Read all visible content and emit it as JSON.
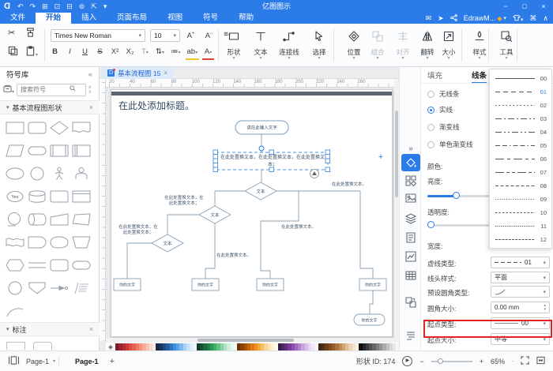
{
  "app": {
    "title": "亿图图示"
  },
  "icons": {
    "close": "×",
    "collapse_left": "«",
    "double_right": "»",
    "caret_down": "▾",
    "section_arrow": "▾",
    "chevron_up": "∧",
    "chevron_down": "∨",
    "window_min": "−",
    "window_max": "□",
    "window_close": "×",
    "plus": "+",
    "undo": "↶",
    "redo": "↷",
    "new_doc": "⊞",
    "open": "⊡",
    "save": "⊟",
    "print": "⊜",
    "export": "⇱",
    "more": "▾",
    "mail": "✉",
    "send": "➤",
    "apps_grid": "⌘"
  },
  "menubar": {
    "tabs": [
      "文件",
      "开始",
      "插入",
      "页面布局",
      "视图",
      "符号",
      "帮助"
    ],
    "active_tab": "开始",
    "account_label": "EdrawM..."
  },
  "ribbon": {
    "font_name": "Times New Roman",
    "font_size": "10",
    "size_buttons": [
      "A+",
      "A-",
      "≡"
    ],
    "format_buttons": [
      "B",
      "I",
      "U",
      "S",
      "X²",
      "X₂",
      "T",
      "⇅",
      "≔",
      "ab",
      "A"
    ],
    "big_buttons": [
      {
        "label": "形状",
        "enabled": true
      },
      {
        "label": "文本",
        "enabled": true
      },
      {
        "label": "连接线",
        "enabled": true
      },
      {
        "label": "选择",
        "enabled": true
      },
      {
        "label": "位置",
        "enabled": true
      },
      {
        "label": "组合",
        "enabled": false
      },
      {
        "label": "对齐",
        "enabled": false
      },
      {
        "label": "翻转",
        "enabled": true
      },
      {
        "label": "大小",
        "enabled": true
      },
      {
        "label": "样式",
        "enabled": true
      },
      {
        "label": "工具",
        "enabled": true
      }
    ]
  },
  "sidebar": {
    "header": "符号库",
    "search_placeholder": "搜索符号",
    "section1": "基本流程图形状",
    "section2": "标注",
    "yes_label": "Yes",
    "shapes": [
      "rect",
      "round-rect",
      "diamond",
      "document",
      "parallelogram",
      "stadium",
      "predefined",
      "internal-storage",
      "ellipse",
      "circle",
      "person",
      "person-bust",
      "yes-ellipse",
      "cylinder",
      "card",
      "banded-rect",
      "circle-line",
      "h-cylinder",
      "manual-op",
      "quad",
      "wave",
      "delay",
      "blob",
      "inv-trapezoid",
      "hexagon",
      "double-line",
      "round-rect",
      "stadium",
      "circle",
      "shield",
      "arrow-link",
      "text-block",
      "arc"
    ]
  },
  "canvas": {
    "doc_tab": "基本流程图 15",
    "page_title": "在此处添加标题。",
    "ruler_ticks": [
      20,
      40,
      60,
      80,
      100,
      120,
      140,
      160,
      180,
      200,
      220,
      240,
      260
    ],
    "flowchart": {
      "start": "请在此输入文字",
      "selected_text": "在此处置换文本，在此处置换文本，在此处置换文本；",
      "decision": "文本",
      "box": "你的文字",
      "terminal": "你的文字",
      "note_short": "在此处置换文本。",
      "note_double": "在此处置换文本，在此处置换文本；"
    }
  },
  "properties": {
    "tab_fill": "填充",
    "tab_line": "线条",
    "line_types": [
      "无线条",
      "实线",
      "渐变线",
      "单色渐变线"
    ],
    "selected_line_type": "实线",
    "labels": {
      "color": "颜色:",
      "brightness": "亮度:",
      "opacity": "透明度:",
      "width": "宽度:",
      "dash": "虚线类型:",
      "cap": "线头样式:",
      "corner_preset": "预设圆角类型:",
      "corner_size": "圆角大小:",
      "start_type": "起点类型:",
      "start_size": "起点大小:"
    },
    "values": {
      "dash_code": "01",
      "cap": "平面",
      "corner_size": "0.00 mm",
      "start_type_code": "00",
      "start_size": "中等"
    }
  },
  "dash_popup": {
    "selected": "01",
    "items": [
      {
        "code": "00",
        "dash": ""
      },
      {
        "code": "01",
        "dash": "6,4"
      },
      {
        "code": "02",
        "dash": "1.5,3"
      },
      {
        "code": "03",
        "dash": "8,3,2,3"
      },
      {
        "code": "04",
        "dash": "8,3,2,3,2,3"
      },
      {
        "code": "05",
        "dash": "6,3,6,3,1.5,3"
      },
      {
        "code": "06",
        "dash": "11,4,4,4"
      },
      {
        "code": "07",
        "dash": "11,3,4,3,4,3"
      },
      {
        "code": "08",
        "dash": "4,2.5"
      },
      {
        "code": "09",
        "dash": "1,1.8"
      },
      {
        "code": "10",
        "dash": "2.5,2"
      },
      {
        "code": "11",
        "dash": "1.2,1.2"
      },
      {
        "code": "12",
        "dash": "3,1.2"
      }
    ]
  },
  "statusbar": {
    "page_selector": "Page-1",
    "page_tab": "Page-1",
    "add_page": "+",
    "shape_id": "形状 ID: 174",
    "zoom": "65%"
  },
  "palette": [
    "#7e1e26",
    "#99252e",
    "#b32c35",
    "#c93a3a",
    "#dd4b43",
    "#e8604f",
    "#ef7a63",
    "#f3937e",
    "#f6ab99",
    "#f9c3b6",
    "#fbd8cf",
    "#fdeae5",
    "#16294a",
    "#1b3560",
    "#204a80",
    "#2560a2",
    "#2b79c9",
    "#3c8ede",
    "#5ba3e8",
    "#82baf0",
    "#a9d0f6",
    "#c8e1fa",
    "#dfeefc",
    "#f0f7fe",
    "#123f2a",
    "#175233",
    "#1c6a3e",
    "#237f49",
    "#2c9955",
    "#3fae66",
    "#62c183",
    "#8ad2a3",
    "#b0e2c2",
    "#d0eeda",
    "#e6f7eb",
    "#f3fbf5",
    "#6e3407",
    "#8a4206",
    "#a95208",
    "#c4650c",
    "#dd7a12",
    "#ee911c",
    "#f4a93c",
    "#f7bf64",
    "#fad392",
    "#fce3ba",
    "#fdeed6",
    "#fef7ea",
    "#371b47",
    "#4a2560",
    "#5f317c",
    "#763f97",
    "#8c4fb0",
    "#9f66c2",
    "#b384d2",
    "#c7a3e0",
    "#d9bfec",
    "#e8d6f4",
    "#f2e7f9",
    "#f9f3fc",
    "#402610",
    "#523116",
    "#693f1c",
    "#7f4d23",
    "#955d2c",
    "#ab713b",
    "#bf8a55",
    "#d1a474",
    "#dfbd97",
    "#ebd3b8",
    "#f4e4d2",
    "#faf1e7",
    "#111111",
    "#262626",
    "#3b3b3b",
    "#515151",
    "#676767",
    "#7d7d7d",
    "#949494",
    "#ababab",
    "#c2c2c2",
    "#d8d8d8",
    "#e9e9e9",
    "#f7f7f7"
  ],
  "colors": {
    "accent": "#2b7ce9",
    "highlight_red": "#e02222",
    "selection": "#4a90e2",
    "shape_stroke": "#8aa0b4",
    "shape_text": "#3b5268"
  }
}
